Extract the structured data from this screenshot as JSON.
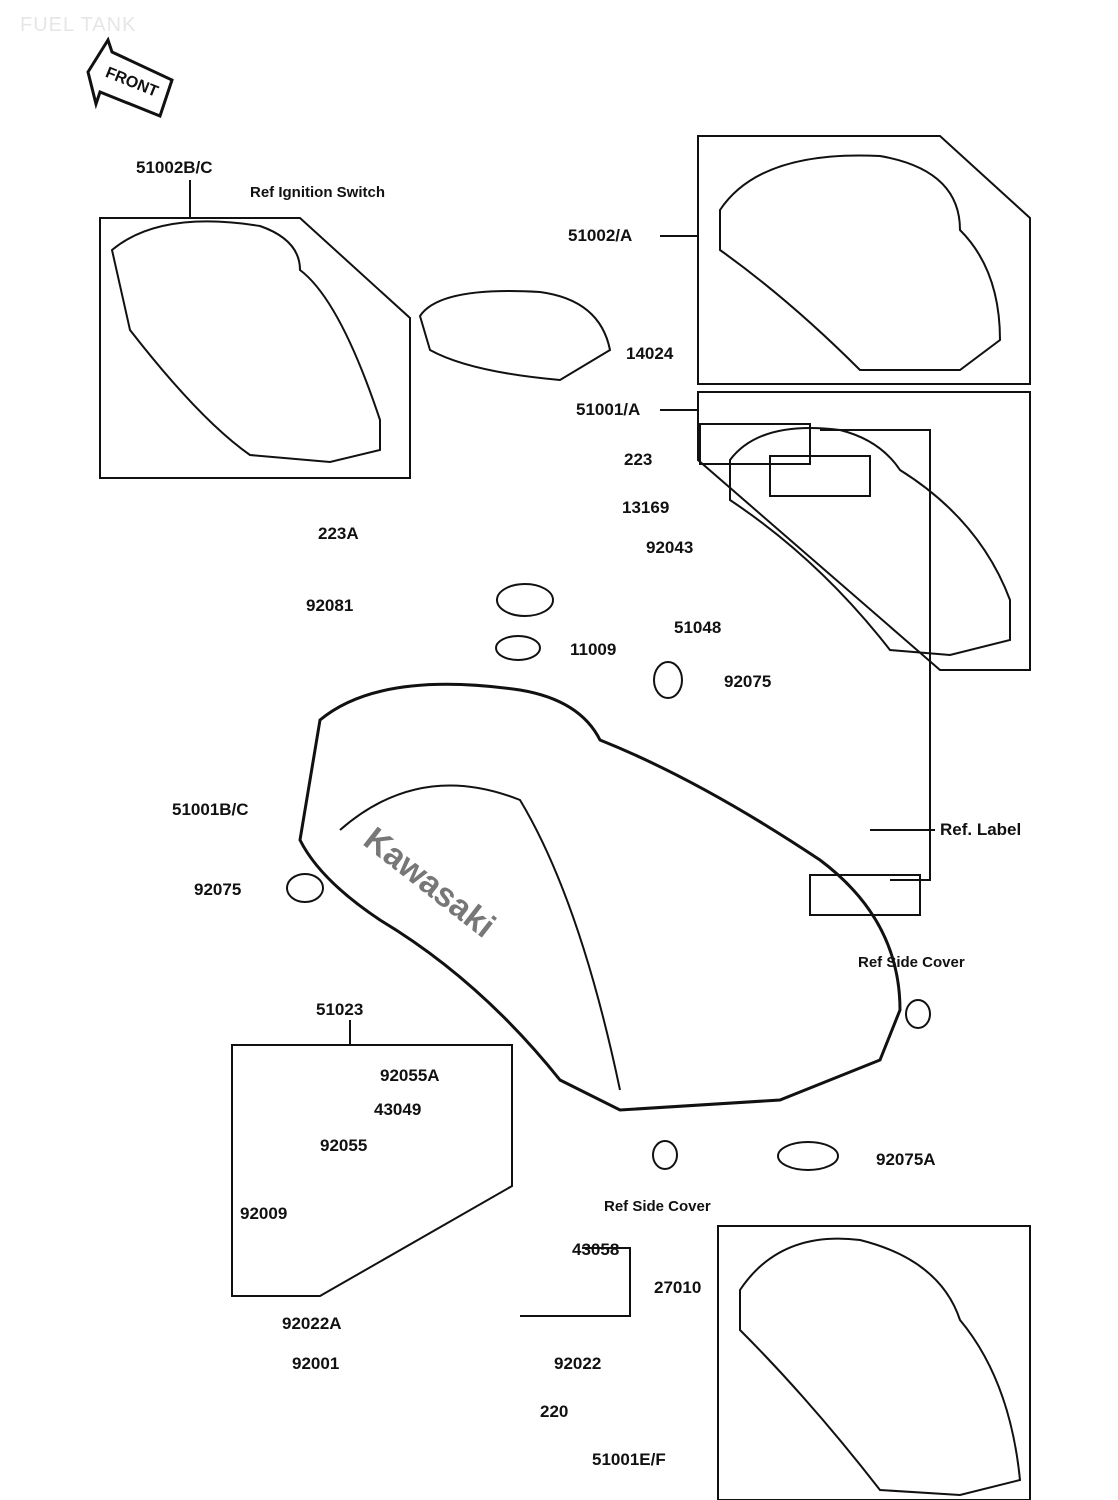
{
  "title": "FUEL TANK",
  "front_arrow": "FRONT",
  "labels": {
    "p51002BC": "51002B/C",
    "ref_ignition": "Ref Ignition Switch",
    "p51002A": "51002/A",
    "p14024": "14024",
    "p51001A": "51001/A",
    "p223": "223",
    "p13169": "13169",
    "p92043": "92043",
    "p223A": "223A",
    "p92081": "92081",
    "p51048": "51048",
    "p11009": "11009",
    "p92075_top": "92075",
    "p51001BC": "51001B/C",
    "ref_label": "Ref. Label",
    "p92075_left": "92075",
    "ref_side_cover_top": "Ref Side Cover",
    "p51023": "51023",
    "p92055A": "92055A",
    "p43049": "43049",
    "p92055": "92055",
    "p92009": "92009",
    "p92075A": "92075A",
    "ref_side_cover_bottom": "Ref Side Cover",
    "p43058": "43058",
    "p27010": "27010",
    "p92022A": "92022A",
    "p92001": "92001",
    "p92022": "92022",
    "p220": "220",
    "p51001EF": "51001E/F"
  },
  "tank_logo": "Kawasaki"
}
